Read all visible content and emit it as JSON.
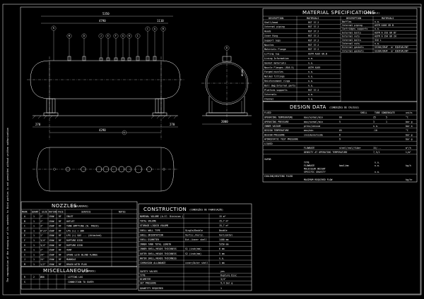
{
  "drawing": {
    "dims": {
      "overall": "5350",
      "left_section": "4790",
      "right_section": "1110",
      "base_span": "4290",
      "left_end": "270",
      "right_end": "270",
      "view_width": "2000",
      "diameter": "Ø1400"
    },
    "nozzle_marks_top": [
      "R",
      "M",
      "D",
      "J",
      "E",
      "F",
      "G",
      "H",
      "I",
      "C",
      "A",
      "B"
    ],
    "nozzle_marks_side": [
      "D"
    ],
    "labels_bottom": [
      "L",
      "L"
    ]
  },
  "materials": {
    "title": "MATERIAL SPECIFICATIONS",
    "subtitle": "(MATERIALS)",
    "headers": [
      "DESCRIPTION",
      "MATERIALS",
      "DESCRIPTION",
      "MATERIALS"
    ],
    "left_rows": [
      [
        "Shell/head",
        "RST 37.2"
      ],
      [
        "Internal piping",
        "RST 37.2"
      ],
      [
        "Heads",
        "RST 37.2"
      ],
      [
        "Inner Ring",
        "RST 37.2"
      ],
      [
        "Support legs",
        "RST 37.2"
      ],
      [
        "Nozzles",
        "RST 37.2"
      ],
      [
        "Materials Flange",
        "RST 37.2"
      ],
      [
        "Lifting lug",
        "ASTM A105 GR.B"
      ],
      [
        "Lining Information",
        "n.a."
      ],
      [
        "Gasket materials",
        "n.a."
      ],
      [
        "Nozzle Flanges (B16.5)",
        "ASTM A105"
      ],
      [
        "Forged nozzles",
        "n.a."
      ],
      [
        "Welded fittings",
        "n.a."
      ],
      [
        "Reinforcement rings",
        "n.a."
      ],
      [
        "Bolt dwg/Internal parts",
        "n.a."
      ],
      [
        "Platform supports",
        "RST 37.2"
      ],
      [
        "Internals",
        "n.a."
      ],
      [
        "Channel",
        "n.a."
      ]
    ],
    "right_rows": [
      [
        "Baffles",
        "n.a."
      ],
      [
        "Internal piping",
        "ASTM A106 GR B"
      ],
      [
        "Cartridges supports",
        "n.a."
      ],
      [
        "External bolts",
        "ASTM A 193 GR B7"
      ],
      [
        "External nuts",
        "ASTM A 194 GR 2H"
      ],
      [
        "Internal bolts",
        "316 L"
      ],
      [
        "Internal nuts",
        "n.a."
      ],
      [
        "External gaskets",
        "SS304/GRAF. or EQUIVALENT"
      ],
      [
        "Internal gaskets",
        "SS304/GRAF. or EQUIVALENT"
      ]
    ]
  },
  "design": {
    "title": "DESIGN DATA",
    "subtitle": "(CONDIÇÕES DE CÁLCULO)",
    "col_headers": [
      "SHELL",
      "TUBE CONDENSATE",
      "units"
    ],
    "fluid_label": "FLUID",
    "rows": [
      [
        "OPERATING TEMPERATURE",
        "max/normal/min",
        "60",
        "25",
        "5",
        "°C"
      ],
      [
        "OPERATING PRESSURE",
        "max/normal/min",
        "5",
        "3",
        "1",
        "bar g"
      ],
      [
        "INNER VACUUM",
        "press/vacuum",
        "",
        "n.a.",
        "",
        "bar a"
      ],
      [
        "DESIGN TEMPERATURE",
        "max/min",
        "65",
        "-10",
        "",
        "°C"
      ],
      [
        "DESIGN PRESSURE",
        "inside/outside",
        "6",
        "",
        "",
        "bar g"
      ],
      [
        "HYDROSTATIC TEST PRESSURE",
        "",
        "9",
        "",
        "",
        "bar g"
      ],
      [
        "LIQUID",
        "",
        "",
        "",
        "",
        ""
      ],
      [
        "",
        "FLOWRATE",
        "steel/real/fiber",
        "15/...",
        "",
        "m³/h"
      ],
      [
        "",
        "DENSITY AT OPERATING TEMPERATURE",
        "",
        "7,5/1",
        "",
        "t/m³"
      ]
    ],
    "vapor_label": "VAPOR",
    "vapor_rows": [
      [
        "TYPE",
        "",
        "n.a.",
        "",
        ""
      ],
      [
        "FLOWRATE",
        "kmol/mm",
        "n.a.",
        "",
        "kg/h"
      ],
      [
        "MOLECULAR WEIGHT",
        "",
        "",
        "",
        ""
      ],
      [
        "SPECIFIC GRAVITY",
        "",
        "n.a.",
        "",
        ""
      ]
    ],
    "cooling_label": "COOLING/HEATING FLUID",
    "cooling_row": [
      "MAXIMUM REQUIRED FLOW",
      "",
      "",
      "kg/hr"
    ]
  },
  "nozzles": {
    "title": "NOZZLES",
    "subtitle": "(TUBULADURAS)",
    "headers": [
      "MARK",
      "QUANT.",
      "SIZE",
      "RATING",
      "FACE",
      "SERVICE",
      "NOTES"
    ],
    "rows": [
      [
        "A",
        "1",
        "2\"",
        "150#",
        "RF",
        "INLET",
        ""
      ],
      [
        "B",
        "1",
        "2\"",
        "150#",
        "RF",
        "OUTLET",
        ""
      ],
      [
        "C",
        "1",
        "3\"",
        "150#",
        "RF",
        "TANK EMPTYING (W. TRUCK)",
        ""
      ],
      [
        "D",
        "1",
        "8\"/2\"",
        "150#",
        "RF",
        "LPG (L) + SBR",
        ""
      ],
      [
        "E",
        "1",
        "1\"",
        "150#",
        "RF",
        "LPG (L) GAS ... (Attached)",
        ""
      ],
      [
        "F",
        "1",
        "3/4\"",
        "150#",
        "RF",
        "RUPTURE DISK",
        ""
      ],
      [
        "G",
        "1",
        "3/4\"",
        "150#",
        "RF",
        "RUPTURE DISK",
        ""
      ],
      [
        "H",
        "1",
        "2\"",
        "150#",
        "RF",
        "VENT",
        ""
      ],
      [
        "I",
        "1",
        "24\"",
        "150#",
        "RF",
        "SPARE with BLIND FLANGE",
        ""
      ],
      [
        "J",
        "1",
        "24\"",
        "150#",
        "RF",
        "MANHOLE",
        ""
      ],
      [
        "M",
        "1",
        "1/2\"",
        "150#",
        "RF",
        "DRAIN WITH PLUG",
        ""
      ]
    ]
  },
  "misc": {
    "title": "MISCELLANEOUS",
    "subtitle": "(DIVERSOS)",
    "rows": [
      [
        "R",
        "2",
        "Ø80",
        "",
        "",
        "LIFTING LUG"
      ],
      [
        "S",
        "",
        "",
        "",
        "",
        "CONNECTION TO EARTH"
      ]
    ]
  },
  "construction": {
    "title": "CONSTRUCTION",
    "subtitle": "(CONDIÇÕES DE FABRICAÇÃO)",
    "rows": [
      [
        "NOMINAL VOLUME (A.CC. Division )",
        "",
        "15 m³"
      ],
      [
        "TOTAL VOLUME",
        "",
        "15,7 m³"
      ],
      [
        "STORAGE LIQUID VOLUME",
        "",
        "15,7 m³"
      ],
      [
        "SHELL WALL TYPE",
        "Single/Double",
        "Double"
      ],
      [
        "SHELL ORIENTATION",
        "Vertic./horiz.",
        "horizontal"
      ],
      [
        "SHELL DIAMETER",
        "Ext./inner shell",
        "1400 mm"
      ],
      [
        "INNER TANK TOTAL LENGTH",
        "",
        "5350 mm"
      ],
      [
        "INNER SHELL/HEADS THICKNESS",
        "S1 (inch/mm)",
        "6 mm"
      ],
      [
        "OUTER SHELL/HEADS THICKNESS",
        "S2 (inch/mm)",
        "5 mm"
      ],
      [
        "WATER SHELL/HEADS THICKNESS",
        "",
        "n.a."
      ],
      [
        "CORROSION ALLOWANCE",
        "inner/Outer shell",
        "1 mm"
      ]
    ],
    "rows2": [
      [
        "SAFETY VALVES",
        "",
        "yes"
      ],
      [
        "TYPE",
        "",
        "Rupture Disc"
      ],
      [
        "DIAMETER",
        "",
        "3/4\""
      ],
      [
        "SET PRESSURE",
        "",
        "9,4 bar g"
      ]
    ],
    "qty_row": [
      "QUANTITY REQUIRED",
      "",
      "1"
    ]
  },
  "left_note": "The reproduction of the drawing or of its contents to third parties is not permitted without written authorization"
}
